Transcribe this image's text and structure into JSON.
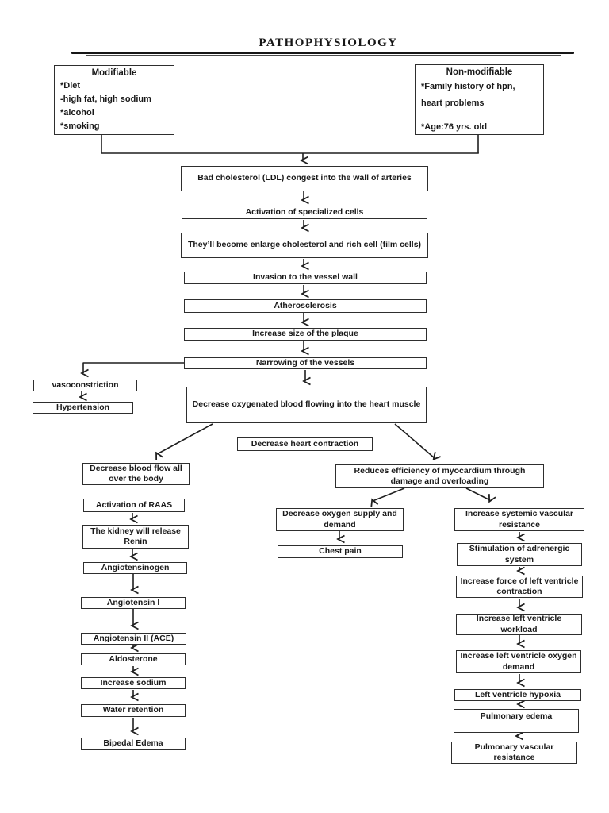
{
  "title": "PATHOPHYSIOLOGY",
  "risk_factors": {
    "modifiable": {
      "heading": "Modifiable",
      "lines": [
        "*Diet",
        "-high fat, high sodium",
        "*alcohol",
        "*smoking"
      ]
    },
    "non_modifiable": {
      "heading": "Non-modifiable",
      "lines": [
        "*Family history of hpn,",
        "heart problems",
        "",
        "*Age:76 yrs. old"
      ]
    }
  },
  "nodes": {
    "bad_cholesterol": {
      "label": "Bad cholesterol (LDL) congest into the wall of arteries"
    },
    "activation_cells": {
      "label": "Activation of specialized cells"
    },
    "enlarge_cells": {
      "label": "They’ll become enlarge cholesterol and rich cell (film cells)"
    },
    "invasion": {
      "label": "Invasion to the vessel wall"
    },
    "atherosclerosis": {
      "label": "Atherosclerosis"
    },
    "plaque": {
      "label": "Increase size of the plaque"
    },
    "narrowing": {
      "label": "Narrowing of the vessels"
    },
    "vasoconstriction": {
      "label": "vasoconstriction"
    },
    "hypertension": {
      "label": "Hypertension"
    },
    "decrease_oxygenated": {
      "label": "Decrease oxygenated blood flowing into the heart muscle"
    },
    "decrease_heart_contraction": {
      "label": "Decrease heart contraction"
    },
    "decrease_blood_flow": {
      "label": "Decrease blood flow all over the body"
    },
    "raas": {
      "label": "Activation of RAAS"
    },
    "kidney_renin": {
      "label": "The kidney will release Renin"
    },
    "angiotensinogen": {
      "label": "Angiotensinogen"
    },
    "angiotensin_1": {
      "label": "Angiotensin I"
    },
    "angiotensin_2": {
      "label": "Angiotensin II (ACE)"
    },
    "aldosterone": {
      "label": "Aldosterone"
    },
    "increase_sodium": {
      "label": "Increase sodium"
    },
    "water_retention": {
      "label": "Water retention"
    },
    "bipedal_edema": {
      "label": "Bipedal Edema"
    },
    "reduces_efficiency": {
      "label": "Reduces efficiency of myocardium through damage and overloading"
    },
    "decrease_oxygen": {
      "label": "Decrease oxygen supply and demand"
    },
    "chest_pain": {
      "label": "Chest pain"
    },
    "systemic_vascular": {
      "label": "Increase systemic vascular resistance"
    },
    "adrenergic": {
      "label": "Stimulation of adrenergic system"
    },
    "force_lv": {
      "label": "Increase force of left ventricle contraction"
    },
    "lv_workload": {
      "label": "Increase left ventricle workload"
    },
    "lv_oxygen": {
      "label": "Increase left ventricle oxygen demand"
    },
    "lv_hypoxia": {
      "label": "Left ventricle hypoxia"
    },
    "pulmonary_edema": {
      "label": "Pulmonary edema"
    },
    "pulmonary_vascular": {
      "label": "Pulmonary vascular resistance"
    }
  },
  "colors": {
    "background": "#ffffff",
    "line": "#1f1f1f",
    "box_border": "#2e2e2e",
    "text": "#1a1a1a"
  }
}
